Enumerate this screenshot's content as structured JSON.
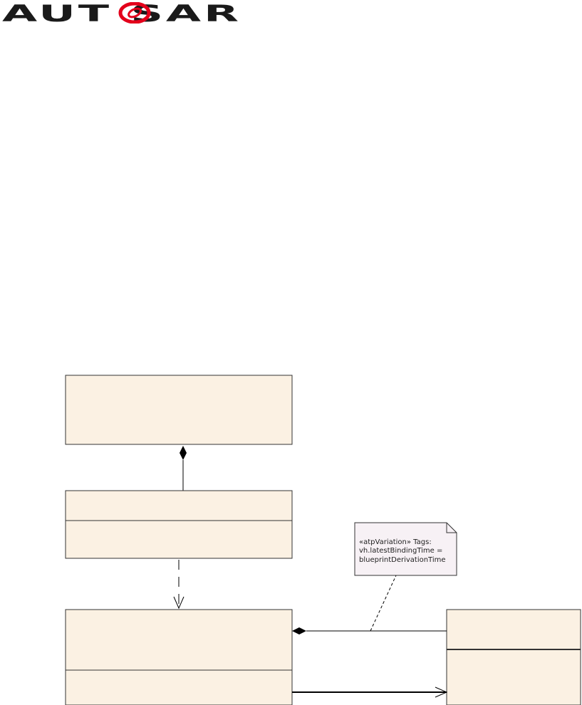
{
  "logo": {
    "text": "AUTOSAR",
    "brand_color": "#e3001b",
    "text_color": "#1a1a1a"
  },
  "diagram": {
    "class_fill": "#fbf1e3",
    "class_stroke": "#333333",
    "note_fill": "#f7f1f5",
    "note": {
      "line1": "«atpVariation» Tags:",
      "line2": "vh.latestBindingTime =",
      "line3": "blueprintDerivationTime"
    }
  }
}
